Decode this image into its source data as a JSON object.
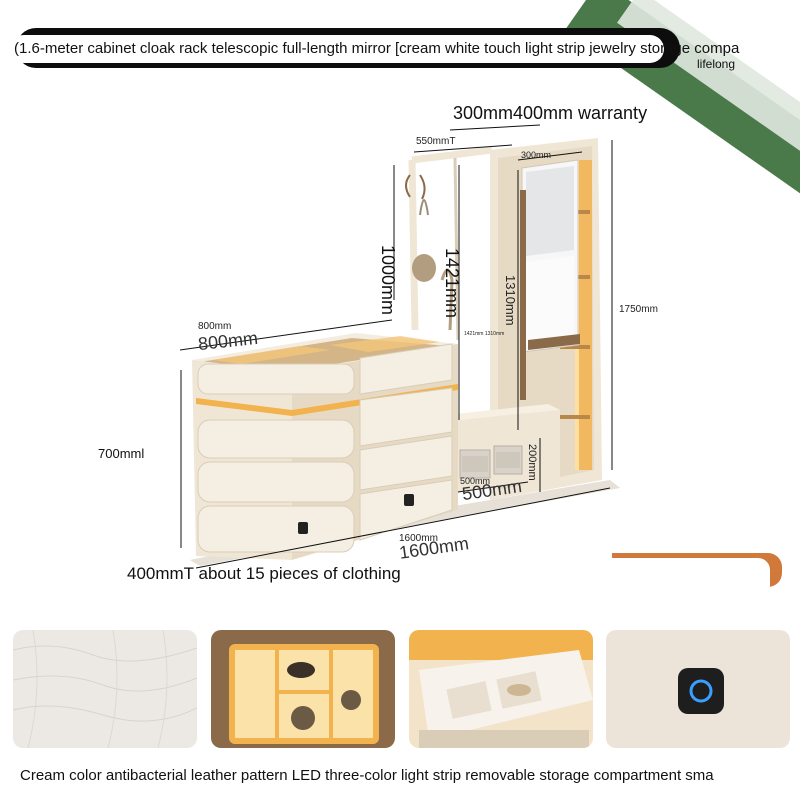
{
  "banner": {
    "text": "(1.6-meter cabinet cloak rack   telescopic full-length mirror [cream white   touch light strip   jewelry storage compa",
    "sub": "lifelong"
  },
  "dimensions": {
    "warranty": "300mm400mm warranty",
    "top_width": "550mmT",
    "mirror_width": "300mm",
    "rack_height": "1000mm",
    "frame_height": "1421mm",
    "mirror_height": "1310mm",
    "total_height": "1750mm",
    "dresser_depth": "800mm",
    "dresser_depth_big": "800mm",
    "dresser_height": "700mml",
    "shoe_height": "200mm",
    "shoe_width": "500mm",
    "shoe_width_big": "500mm",
    "total_width": "1600mm",
    "total_width_big": "1600mm",
    "tiny_label": "1421mm 1310mm"
  },
  "note": "400mmT about 15 pieces of clothing",
  "caption": "Cream color antibacterial leather pattern LED three-color light strip removable storage compartment sma",
  "colors": {
    "cream": "#efe6d6",
    "cream_shadow": "#d9cdb8",
    "glow": "#f2b24e",
    "wood": "#8a6a48",
    "orange": "#d0793a",
    "ribbon": "#4a7a4a"
  }
}
